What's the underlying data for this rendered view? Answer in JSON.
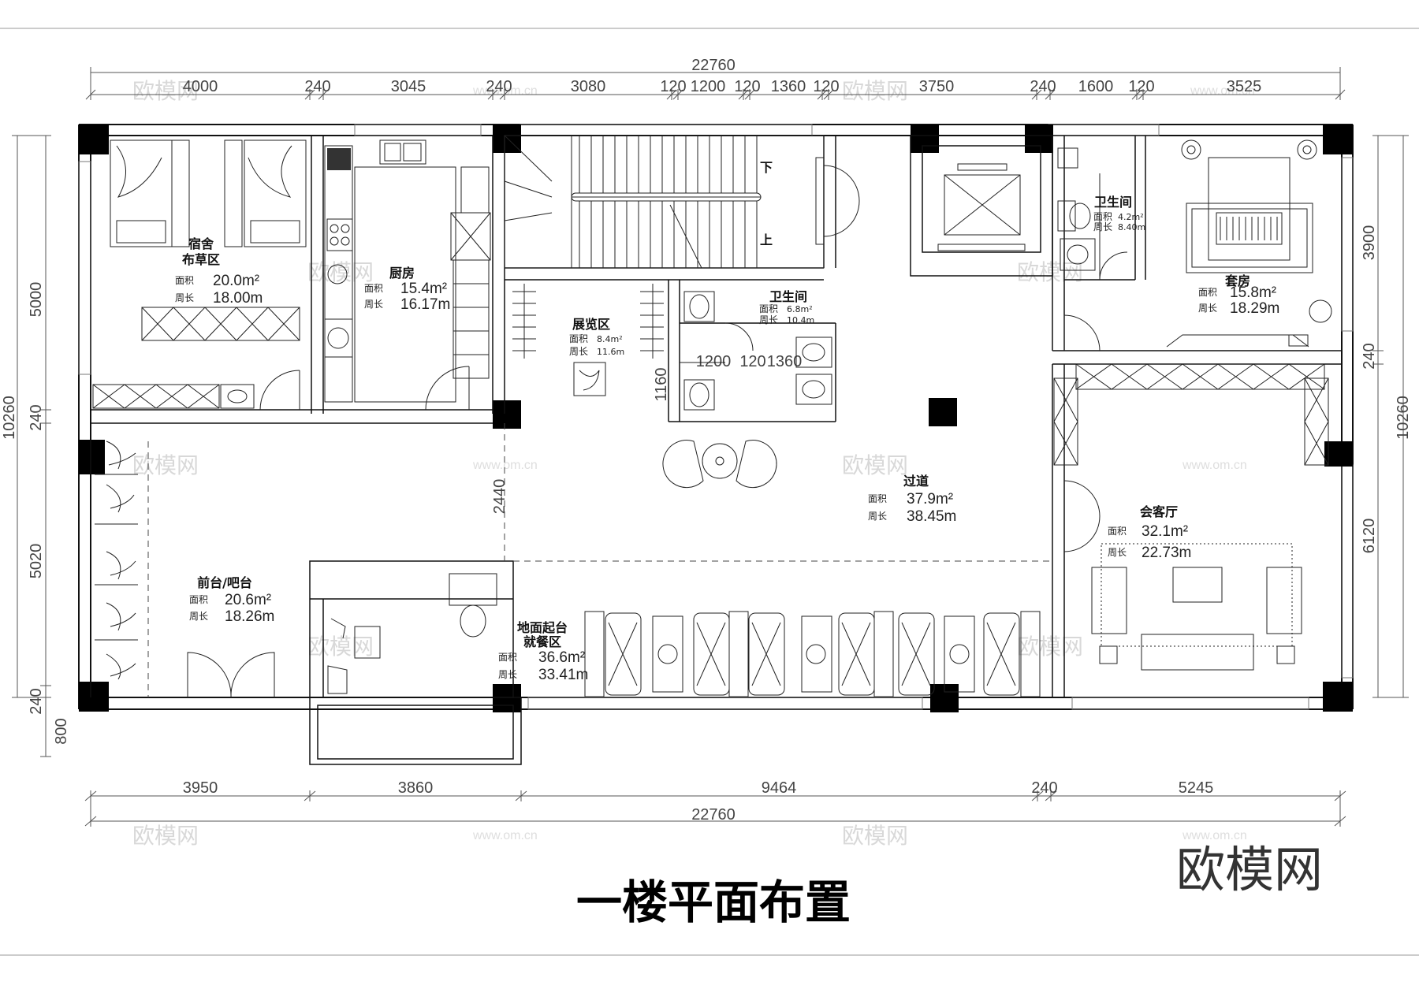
{
  "drawing_title": "一楼平面布置",
  "brand": "欧模网",
  "watermark_cn": "欧模网",
  "watermark_url": "www.om.cn",
  "dims_top_total": "22760",
  "dims_top": [
    "4000",
    "240",
    "3045",
    "240",
    "3080",
    "120",
    "1200",
    "120",
    "1360",
    "120",
    "3750",
    "240",
    "1600",
    "120",
    "3525"
  ],
  "dims_bottom": [
    "3950",
    "3860",
    "9464",
    "240",
    "5245"
  ],
  "dims_bottom_total": "22760",
  "dims_left": [
    "10260",
    "5000",
    "240",
    "5020",
    "240",
    "800"
  ],
  "dims_right": [
    "3900",
    "240",
    "10260",
    "6120"
  ],
  "dims_inner": [
    "2440",
    "1160",
    "1200",
    "120",
    "1360",
    "1200",
    "120",
    "1360"
  ],
  "area_label": "面积",
  "perim_label": "周长",
  "rooms": {
    "dorm": {
      "name1": "宿舍",
      "name2": "布草区",
      "area": "20.0m²",
      "perim": "18.00m"
    },
    "kitchen": {
      "name": "厨房",
      "area": "15.4m²",
      "perim": "16.17m"
    },
    "exhibition": {
      "name": "展览区",
      "area": "8.4m²",
      "perim": "11.6m"
    },
    "wc_center": {
      "name": "卫生间",
      "area": "6.8m²",
      "perim": "10.4m"
    },
    "wc_right": {
      "name": "卫生间",
      "area": "4.2m²",
      "perim": "8.40m"
    },
    "suite": {
      "name": "套房",
      "area": "15.8m²",
      "perim": "18.29m"
    },
    "corridor": {
      "name": "过道",
      "area": "37.9m²",
      "perim": "38.45m"
    },
    "reception": {
      "name": "会客厅",
      "area": "32.1m²",
      "perim": "22.73m"
    },
    "front_desk": {
      "name": "前台/吧台",
      "area": "20.6m²",
      "perim": "18.26m"
    },
    "dining": {
      "name1": "地面起台",
      "name2": "就餐区",
      "area": "36.6m²",
      "perim": "33.41m"
    }
  },
  "stair_down": "下",
  "stair_up": "上"
}
